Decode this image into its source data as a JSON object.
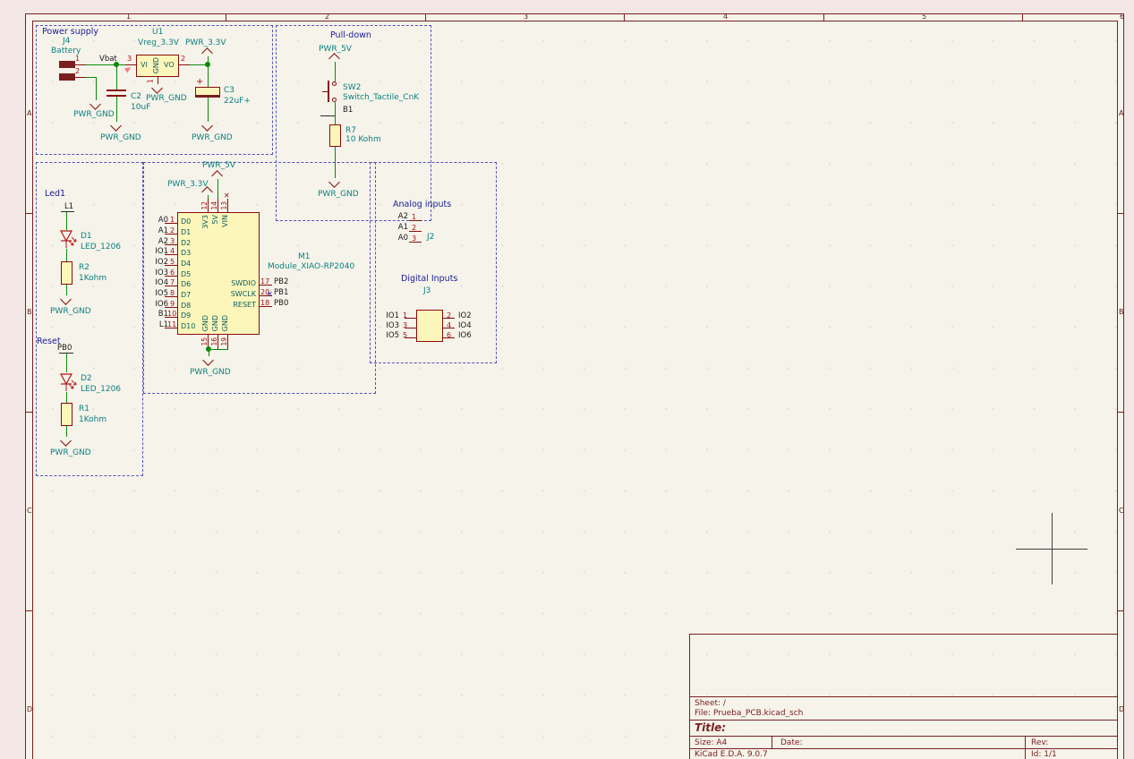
{
  "palette": {
    "canvas_outside": "#f3e7e5",
    "sheet_bg": "#f5f3ea",
    "frame": "#7a2021",
    "wire_green": "#0a8a0a",
    "symbol_red": "#8a0c0c",
    "symbol_fill": "#fcf6bb",
    "field_teal": "#0d8080",
    "section_navy": "#1c1c96",
    "net_label_black": "#1a1a1a",
    "dashed_blue": "#5353bb"
  },
  "frame": {
    "columns": [
      "1",
      "2",
      "3",
      "4",
      "5",
      "6"
    ],
    "rows": [
      "A",
      "B",
      "C",
      "D"
    ]
  },
  "labels": {
    "pwr_gnd": "PWR_GND",
    "pwr_5v": "PWR_5V",
    "pwr_3v3": "PWR_3.3V"
  },
  "power_supply": {
    "title": "Power supply",
    "j4": {
      "ref": "J4",
      "value": "Battery",
      "pin1": "1",
      "pin2": "2"
    },
    "vbat": "Vbat",
    "u1": {
      "ref": "U1",
      "value": "Vreg_3.3V",
      "pin_vi": "VI",
      "pin_gnd": "GND",
      "pin_vo": "VO",
      "num_in": "3",
      "num_out": "2",
      "num_gnd": "1"
    },
    "c2": {
      "ref": "C2",
      "value": "10uF"
    },
    "c3": {
      "ref": "C3",
      "value": "22uF+",
      "plus": "+"
    }
  },
  "pull_down": {
    "title": "Pull-down",
    "sw2": {
      "ref": "SW2",
      "value": "Switch_Tactile_CnK"
    },
    "net_b1": "B1",
    "r7": {
      "ref": "R7",
      "value": "10 Kohm"
    }
  },
  "led1": {
    "title": "Led1",
    "net": "L1",
    "d1": {
      "ref": "D1",
      "value": "LED_1206"
    },
    "r2": {
      "ref": "R2",
      "value": "1Kohm"
    }
  },
  "reset": {
    "title": "Reset",
    "net": "PB0",
    "d2": {
      "ref": "D2",
      "value": "LED_1206"
    },
    "r1": {
      "ref": "R1",
      "value": "1Kohm"
    }
  },
  "module": {
    "ref": "M1",
    "value": "Module_XIAO-RP2040",
    "left_pins": [
      {
        "net": "A0",
        "num": "1",
        "name": "D0"
      },
      {
        "net": "A1",
        "num": "2",
        "name": "D1"
      },
      {
        "net": "A2",
        "num": "3",
        "name": "D2"
      },
      {
        "net": "IO1",
        "num": "4",
        "name": "D3"
      },
      {
        "net": "IO2",
        "num": "5",
        "name": "D4"
      },
      {
        "net": "IO3",
        "num": "6",
        "name": "D5"
      },
      {
        "net": "IO4",
        "num": "7",
        "name": "D6"
      },
      {
        "net": "IO5",
        "num": "8",
        "name": "D7"
      },
      {
        "net": "IO6",
        "num": "9",
        "name": "D8"
      },
      {
        "net": "B1",
        "num": "10",
        "name": "D9"
      },
      {
        "net": "L1",
        "num": "11",
        "name": "D10"
      }
    ],
    "right_pins": [
      {
        "name": "SWDIO",
        "num": "17",
        "net": "PB2"
      },
      {
        "name": "SWCLK",
        "num": "20",
        "net": "PB1"
      },
      {
        "name": "RESET",
        "num": "18",
        "net": "PB0"
      }
    ],
    "top_pins": [
      {
        "name": "3V3",
        "num": "12"
      },
      {
        "name": "5V",
        "num": "14"
      },
      {
        "name": "VIN",
        "num": "13"
      }
    ],
    "bottom_pins": [
      {
        "name": "GND",
        "num": "15"
      },
      {
        "name": "GND",
        "num": "16"
      },
      {
        "name": "GND",
        "num": "19"
      }
    ]
  },
  "io": {
    "analog_title": "Analog inputs",
    "j2": {
      "ref": "J2",
      "rows": [
        {
          "net": "A2",
          "num": "1"
        },
        {
          "net": "A1",
          "num": "2"
        },
        {
          "net": "A0",
          "num": "3"
        }
      ]
    },
    "digital_title": "Digital Inputs",
    "j3": {
      "ref": "J3",
      "left": [
        {
          "net": "IO1",
          "num": "1"
        },
        {
          "net": "IO3",
          "num": "3"
        },
        {
          "net": "IO5",
          "num": "5"
        }
      ],
      "right": [
        {
          "num": "2",
          "net": "IO2"
        },
        {
          "num": "4",
          "net": "IO4"
        },
        {
          "num": "6",
          "net": "IO6"
        }
      ]
    }
  },
  "title_block": {
    "sheet": "Sheet: /",
    "file": "File: Prueba_PCB.kicad_sch",
    "title": "Title:",
    "size": "Size: A4",
    "date": "Date:",
    "rev": "Rev:",
    "generator": "KiCad E.D.A. 9.0.7",
    "id": "Id: 1/1"
  }
}
